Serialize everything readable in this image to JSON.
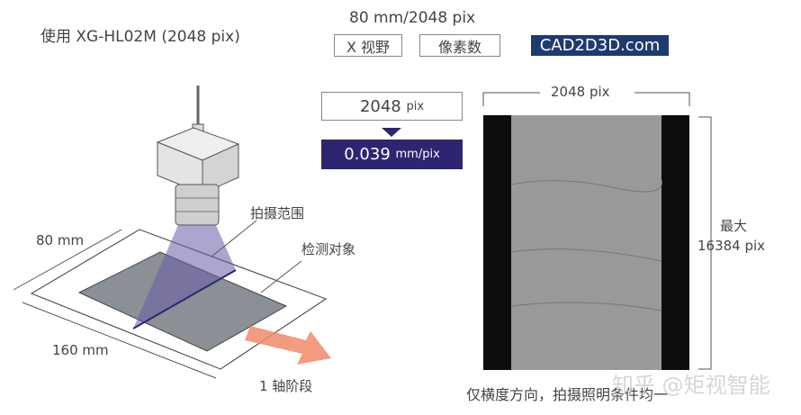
{
  "header": {
    "title": "使用 XG-HL02M (2048 pix)",
    "formula_top": "80 mm/2048 pix",
    "label_field": "X 视野",
    "label_pixels": "像素数",
    "brand": "CAD2D3D.com"
  },
  "calc": {
    "pixels_value": "2048",
    "pixels_unit": "pix",
    "result_value": "0.039",
    "result_unit": "mm/pix"
  },
  "image_panel": {
    "width_label": "2048 pix",
    "height_label_1": "最大",
    "height_label_2": "16384 pix",
    "caption": "仅横度方向，拍摄照明条件均一"
  },
  "setup": {
    "capture_range": "拍摄范围",
    "target": "检测对象",
    "width_dim": "80 mm",
    "length_dim": "160 mm",
    "stage": "1 轴阶段"
  },
  "watermark": "知乎 @矩视智能",
  "colors": {
    "brand_bg": "#1f3a6e",
    "result_bg": "#2d2570",
    "beam": "#6a5ba8",
    "arrow": "#f08a6a"
  }
}
